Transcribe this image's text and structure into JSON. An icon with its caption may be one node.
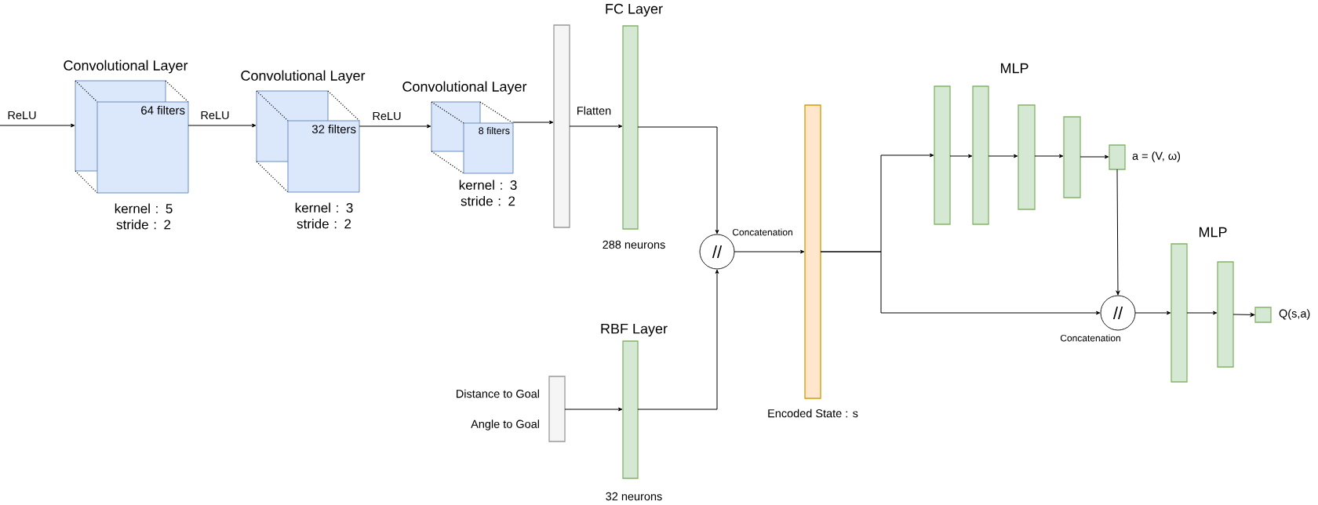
{
  "diagram": {
    "nodes": [
      {
        "text": [
          "Convolutional Layer",
          "64 filters"
        ],
        "beside": [
          "kernel : 5 stride : 2"
        ]
      },
      {
        "text": [
          "Convolutional Layer",
          "32 filters"
        ],
        "beside": [
          "kernel : 3 stride : 2"
        ]
      },
      {
        "text": [
          "Convolutional Layer",
          "8 filters"
        ],
        "beside": [
          "kernel : 3 stride : 2"
        ]
      },
      {
        "text": [],
        "shape": "bar"
      },
      {
        "text": [
          "FC Layer"
        ],
        "beside": [
          "288 neurons"
        ]
      },
      {
        "text": [],
        "shape": "bar",
        "beside": [
          "Distance to Goal",
          "Angle to Goal"
        ]
      },
      {
        "text": [
          "RBF Layer"
        ],
        "beside": [
          "32 neurons"
        ]
      },
      {
        "text": [
          "//"
        ],
        "beside": [
          "Concatenation"
        ]
      },
      {
        "text": [],
        "shape": "bar",
        "beside": [
          "Encoded State : s"
        ]
      },
      {
        "text": [],
        "shape": "bar"
      },
      {
        "text": [],
        "shape": "bar"
      },
      {
        "text": [],
        "shape": "bar"
      },
      {
        "text": [],
        "shape": "bar"
      },
      {
        "text": [],
        "shape": "bar",
        "beside": [
          "a = (V, ω)"
        ]
      },
      {
        "text": [
          "//"
        ],
        "beside": [
          "Concatenation"
        ]
      },
      {
        "text": [],
        "shape": "bar"
      },
      {
        "text": [],
        "shape": "bar"
      },
      {
        "text": [],
        "shape": "bar",
        "beside": [
          "Q(s,a)"
        ]
      }
    ],
    "edges": [
      {
        "from": null,
        "to": 0,
        "arrow": "to",
        "label": "ReLU"
      },
      {
        "from": 0,
        "to": 1,
        "arrow": "to",
        "label": "ReLU"
      },
      {
        "from": 1,
        "to": 2,
        "arrow": "to",
        "label": "ReLU"
      },
      {
        "from": 2,
        "to": 3,
        "arrow": "to"
      },
      {
        "from": 3,
        "to": 4,
        "arrow": "to",
        "label": "Flatten"
      },
      {
        "from": 4,
        "to": 7,
        "arrow": "to"
      },
      {
        "from": 5,
        "to": 6,
        "arrow": "to"
      },
      {
        "from": 6,
        "to": 7,
        "arrow": "to"
      },
      {
        "from": 7,
        "to": 8,
        "arrow": "to"
      },
      {
        "from": 8,
        "to": 9,
        "arrow": "to"
      },
      {
        "from": 9,
        "to": 10,
        "arrow": "to"
      },
      {
        "from": 10,
        "to": 11,
        "arrow": "to"
      },
      {
        "from": 11,
        "to": 12,
        "arrow": "to"
      },
      {
        "from": 12,
        "to": 13,
        "arrow": "to"
      },
      {
        "from": 13,
        "to": 14,
        "arrow": "to"
      },
      {
        "from": 8,
        "to": 14,
        "arrow": "to"
      },
      {
        "from": 14,
        "to": 15,
        "arrow": "to"
      },
      {
        "from": 15,
        "to": 16,
        "arrow": "to"
      },
      {
        "from": 16,
        "to": 17,
        "arrow": "to"
      }
    ],
    "labels": [
      "MLP",
      "MLP"
    ]
  }
}
